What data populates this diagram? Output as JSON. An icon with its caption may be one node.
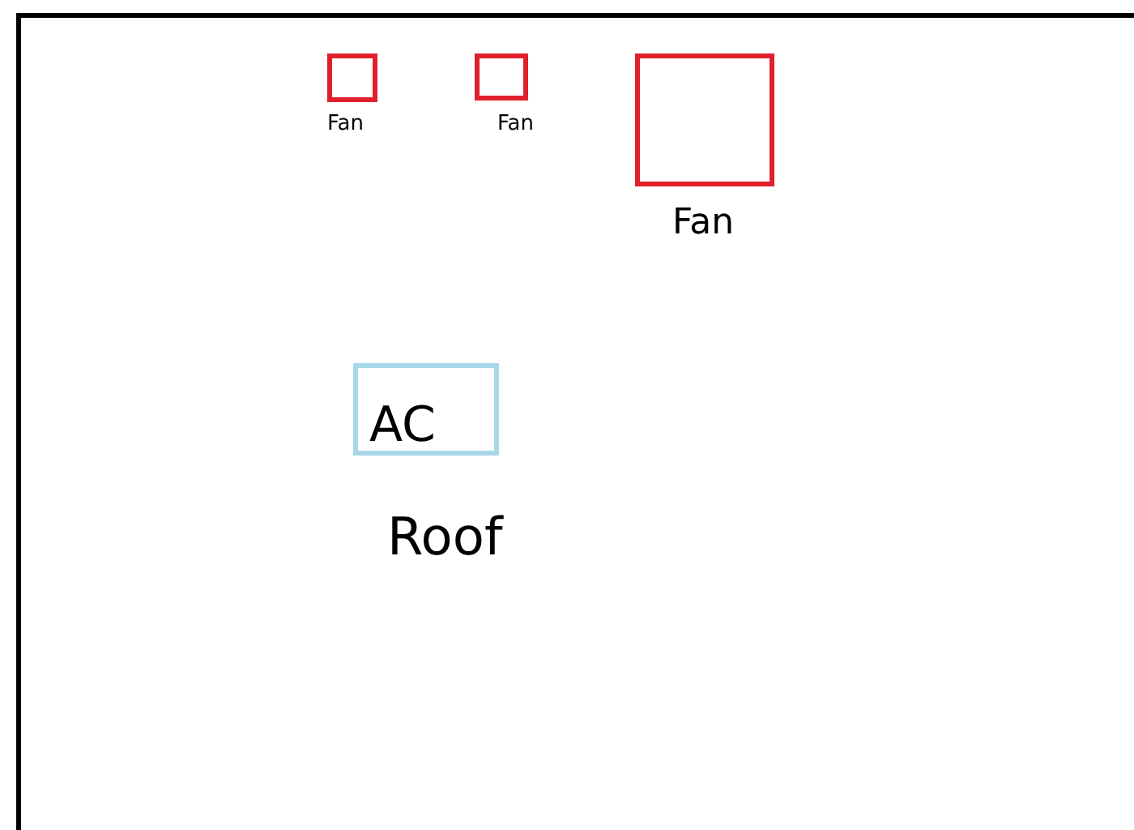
{
  "diagram": {
    "nodes": [
      {
        "text": [
          "Roof"
        ]
      },
      {
        "text": [
          "Fan"
        ],
        "in": 0
      },
      {
        "text": [
          "Fan"
        ],
        "in": 0
      },
      {
        "text": [
          "Fan"
        ],
        "in": 0
      },
      {
        "text": [
          "AC"
        ],
        "in": 0
      }
    ]
  }
}
